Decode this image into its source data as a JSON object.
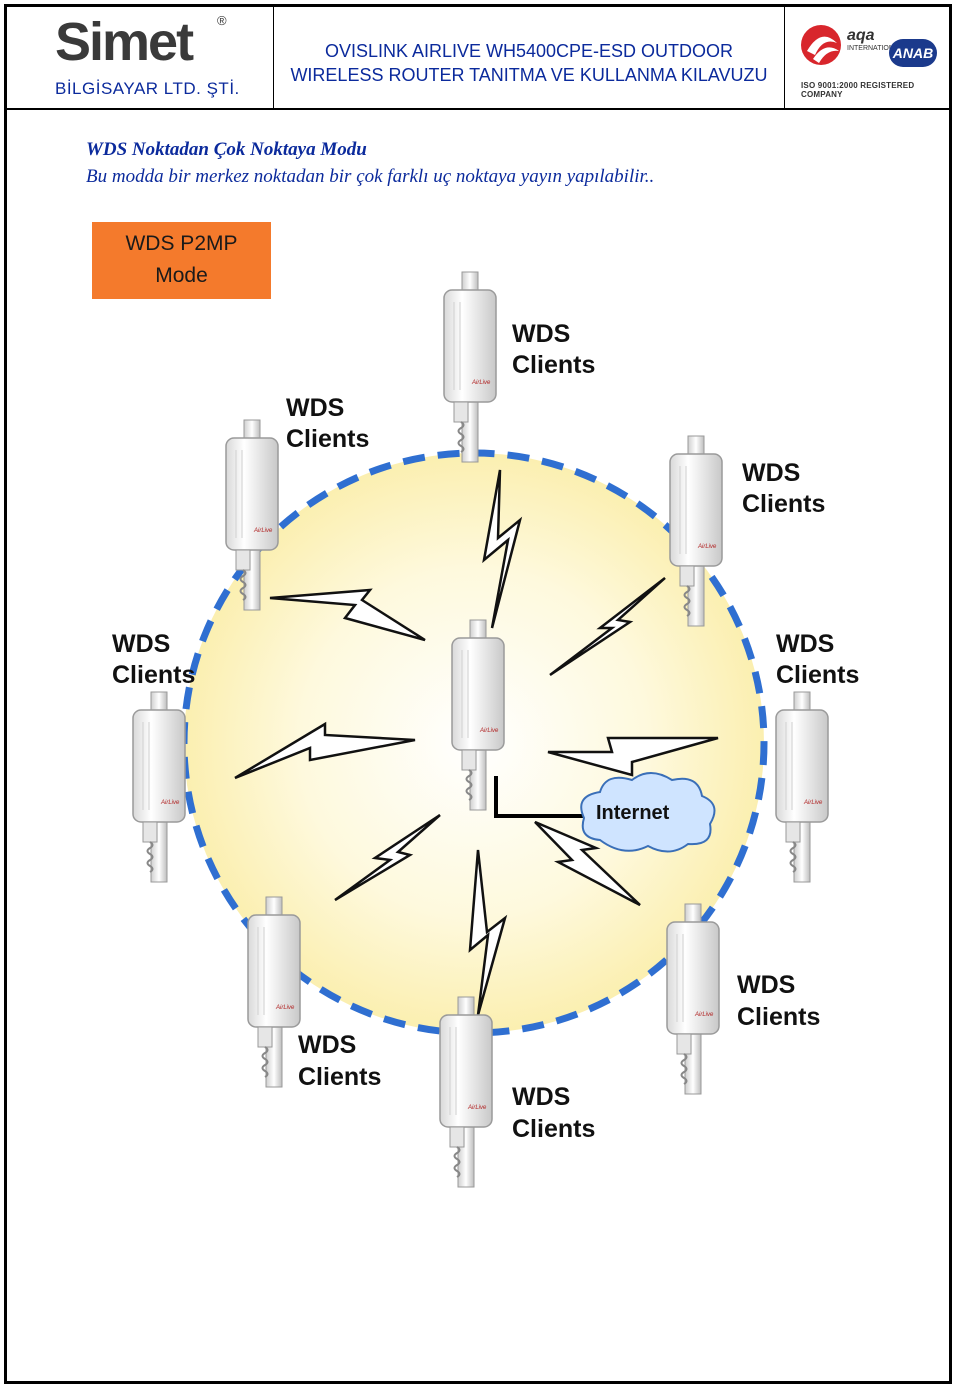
{
  "header": {
    "brand_name": "Simet",
    "brand_reg": "®",
    "brand_sub": "BİLGİSAYAR LTD. ŞTİ.",
    "title_line1": "OVISLINK AIRLIVE WH5400CPE-ESD OUTDOOR",
    "title_line2": "WIRELESS ROUTER TANITMA VE KULLANMA KILAVUZU",
    "cert_aqa": "aqa",
    "cert_aqa_sub": "INTERNATIONAL",
    "cert_anab": "ANAB",
    "cert_iso": "ISO 9001:2000 REGISTERED COMPANY"
  },
  "section": {
    "heading": "WDS Noktadan Çok Noktaya Modu",
    "text": "Bu modda bir merkez noktadan bir çok farklı uç noktaya yayın yapılabilir.."
  },
  "diagram": {
    "mode_line1": "WDS P2MP",
    "mode_line2": "Mode",
    "client_line1": "WDS",
    "client_line2": "Clients",
    "cloud_label": "Internet",
    "device_brand": "AirLive",
    "colors": {
      "circle_fill": "#fdf6c6",
      "circle_border": "#2f6fd1",
      "mode_box": "#f47a2c",
      "cloud": "#cfe4ff"
    }
  }
}
